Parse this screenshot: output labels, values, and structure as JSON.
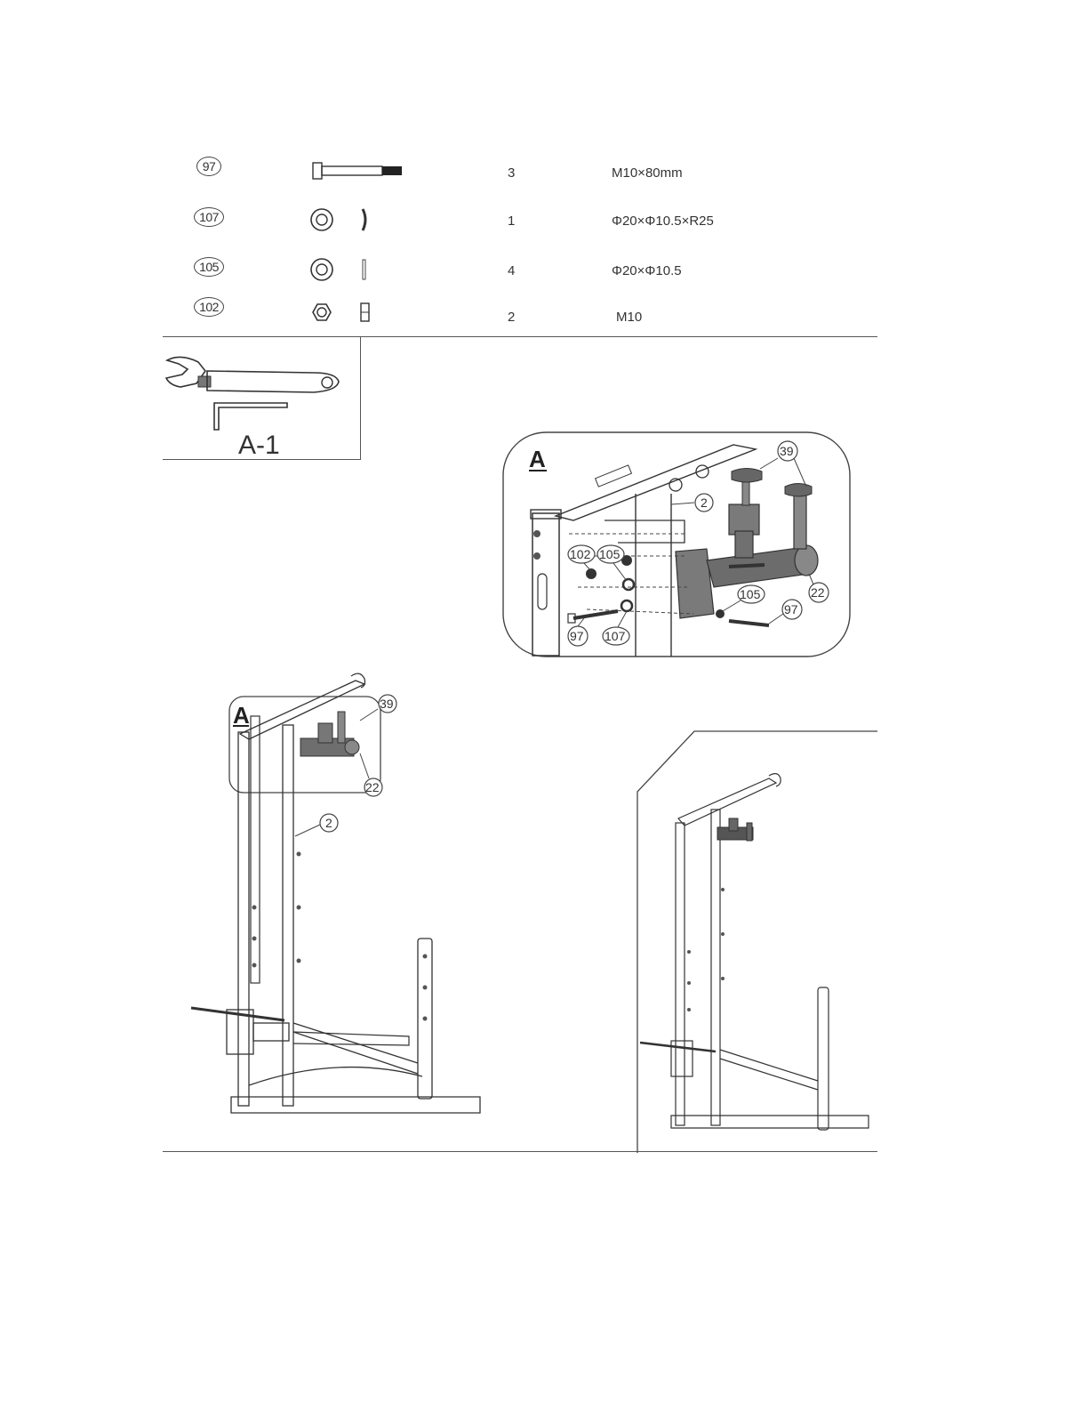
{
  "parts": [
    {
      "id": "97",
      "qty": "3",
      "spec": "M10×80mm",
      "icon": "bolt-icon"
    },
    {
      "id": "107",
      "qty": "1",
      "spec": "Φ20×Φ10.5×R25",
      "icon": "curved-washer-icon"
    },
    {
      "id": "105",
      "qty": "4",
      "spec": "Φ20×Φ10.5",
      "icon": "flat-washer-icon"
    },
    {
      "id": "102",
      "qty": "2",
      "spec": "M10",
      "icon": "nut-icon"
    }
  ],
  "tools": {
    "label": "A-1",
    "icons": [
      "wrench-icon",
      "allen-key-icon"
    ]
  },
  "detail": {
    "title": "A",
    "callouts": {
      "part39": "39",
      "part2": "2",
      "part22": "22",
      "part102": "102",
      "part105a": "105",
      "part105b": "105",
      "part97a": "97",
      "part97b": "97",
      "part107": "107"
    }
  },
  "main": {
    "title": "A",
    "callouts": {
      "part39": "39",
      "part22": "22",
      "part2": "2"
    }
  }
}
